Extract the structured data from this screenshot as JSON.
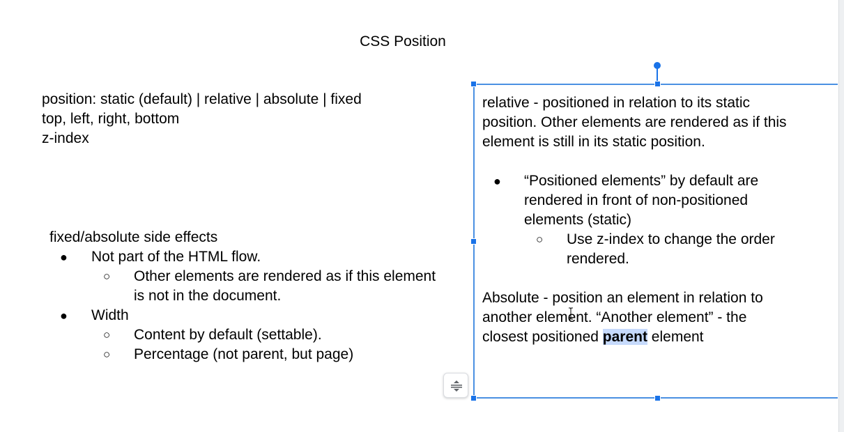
{
  "document": {
    "title": "CSS Position",
    "syntax_lines": [
      "position: static (default) | relative | absolute | fixed",
      "top, left, right, bottom",
      "z-index"
    ],
    "side_effects": {
      "heading": "fixed/absolute side effects",
      "bullet_glyph": "●",
      "sub_bullet_glyph": "○",
      "items": [
        {
          "text": "Not part of the HTML flow.",
          "sub": [
            "Other elements are rendered as if this element",
            "is not in the document."
          ]
        },
        {
          "text": "Width",
          "sub": [
            "Content by default (settable).",
            "Percentage (not parent, but page)"
          ]
        }
      ]
    }
  },
  "textbox": {
    "relative_lines": [
      "relative - positioned in relation to its static",
      "position. Other elements are rendered as if this",
      "element is still in its static position."
    ],
    "bullet_lines": [
      "“Positioned elements” by default are",
      "rendered in front of non-positioned",
      "elements (static)"
    ],
    "sub_bullet_lines": [
      "Use z-index to change the order",
      "rendered."
    ],
    "absolute_lines": [
      "Absolute - position an element in relation to",
      "another element. “Another element” - the"
    ],
    "last_line_before": "closest positioned ",
    "last_line_highlight": "parent",
    "last_line_after": " element"
  },
  "colors": {
    "selection_border": "#4a90e2",
    "handle": "#1a73e8",
    "text_highlight": "#c6dafc"
  },
  "icons": {
    "float_button": "expand-collapse-icon",
    "cursor": "text-cursor-icon"
  }
}
